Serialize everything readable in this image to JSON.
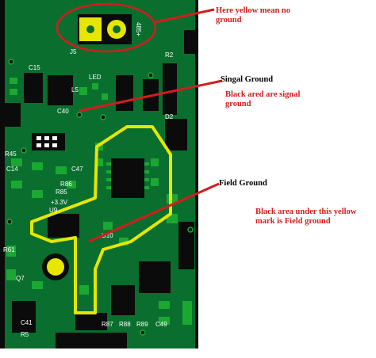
{
  "annotations": {
    "no_ground": "Here yellow mean no ground",
    "signal_ground": "Singal Ground",
    "signal_ground_note": "Black ared are signal ground",
    "field_ground": "Field Ground",
    "field_ground_note": "Black area under this yellow mark is Field ground"
  },
  "pcb_labels": {
    "connector_left": "J5",
    "connector_right": "485+",
    "c15": "C15",
    "r2": "R2",
    "l5": "L5",
    "led": "LED",
    "c40": "C40",
    "c14": "C14",
    "c47": "C47",
    "r85": "R85",
    "r86": "R86",
    "r45": "R45",
    "v33": "+3.3V",
    "u9": "U9",
    "u10": "U10",
    "r61": "R61",
    "q7": "Q7",
    "c41": "C41",
    "r87": "R87",
    "r88": "R88",
    "r89": "R89",
    "c49": "C49",
    "r5": "R5",
    "d2": "D2"
  },
  "colors": {
    "board": "#0a6e2e",
    "pad": "#1aa832",
    "component": "#0b0b0b",
    "silkscreen": "#ffffff",
    "field_ground_outline": "#e6e600",
    "annotation_red": "#d41c1c"
  }
}
